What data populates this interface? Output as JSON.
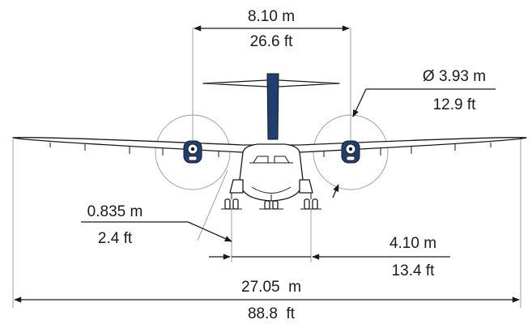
{
  "colors": {
    "accent": "#1f3f73",
    "line": "#1a1a1a",
    "extension": "#8a8a8a",
    "background": "#ffffff"
  },
  "dimensions": {
    "prop_spacing": {
      "metric": "8.10 m",
      "imperial": "26.6 ft"
    },
    "prop_diameter": {
      "metric": "Ø 3.93 m",
      "imperial": "12.9 ft"
    },
    "prop_clearance": {
      "metric": "0.835 m",
      "imperial": "2.4 ft"
    },
    "gear_track": {
      "metric": "4.10 m",
      "imperial": "13.4 ft"
    },
    "wingspan": {
      "metric": "27.05  m",
      "imperial": "88.8  ft"
    }
  }
}
